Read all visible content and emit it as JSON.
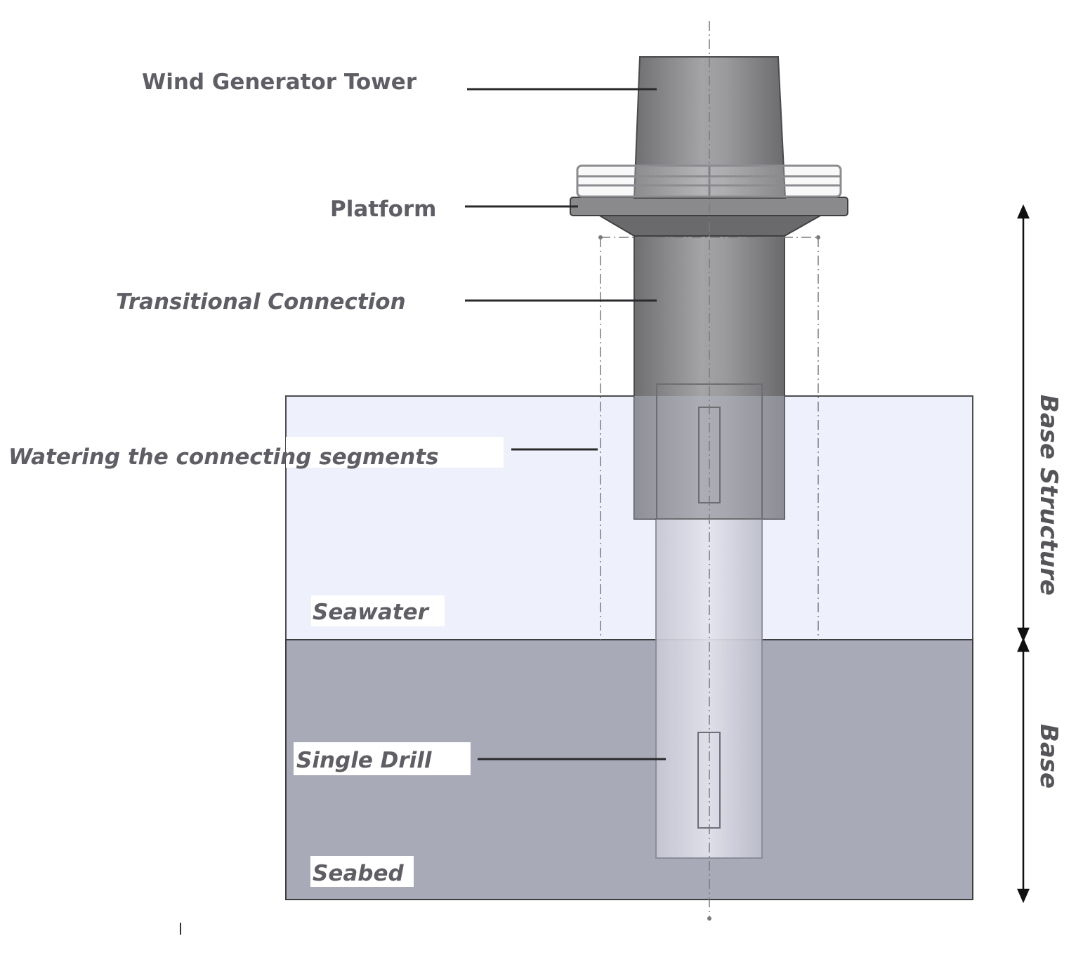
{
  "labels": {
    "tower": "Wind Generator Tower",
    "platform": "Platform",
    "transition": "Transitional Connection",
    "watering": "Watering the connecting segments",
    "seawater": "Seawater",
    "drill": "Single Drill",
    "seabed": "Seabed"
  },
  "side_labels": {
    "base_structure": "Base Structure",
    "base": "Base"
  },
  "colors": {
    "seawater": "#eef0fb",
    "seabed": "#a9aab8",
    "steel": "#8a8a8c",
    "steel_dark": "#6e6e70",
    "pile": "#c9c9d6",
    "text": "#5e5e64"
  }
}
